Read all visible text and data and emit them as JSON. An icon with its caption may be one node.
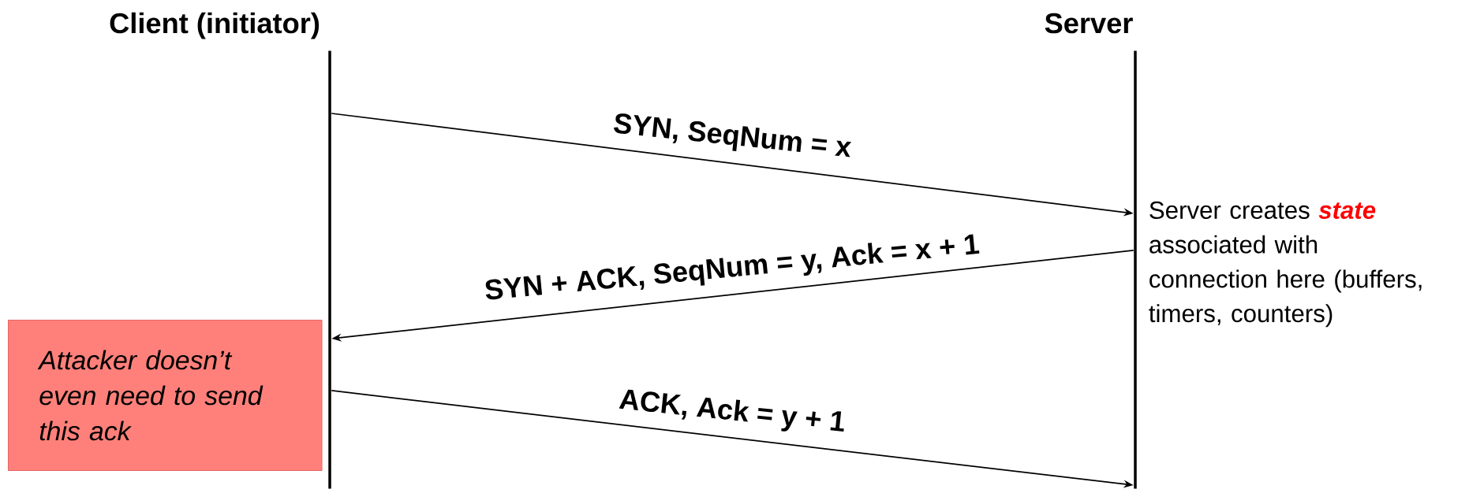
{
  "diagram": {
    "nodes": [
      {
        "text": [
          "Client (initiator)"
        ]
      },
      {
        "text": [
          "Server"
        ]
      },
      {
        "text": [
          "Attacker doesn’t even need to send this ack"
        ]
      }
    ],
    "edges": [
      {
        "from": 0,
        "to": 1,
        "arrow": "to",
        "label": "SYN, SeqNum = x"
      },
      {
        "from": 1,
        "to": 0,
        "arrow": "to",
        "label": "SYN + ACK, SeqNum = y, Ack = x + 1"
      },
      {
        "from": 0,
        "to": 1,
        "arrow": "to",
        "label": "ACK, Ack = y + 1"
      }
    ],
    "labels": [
      "Server creates **state** associated with connection here (buffers, timers, counters)"
    ]
  }
}
